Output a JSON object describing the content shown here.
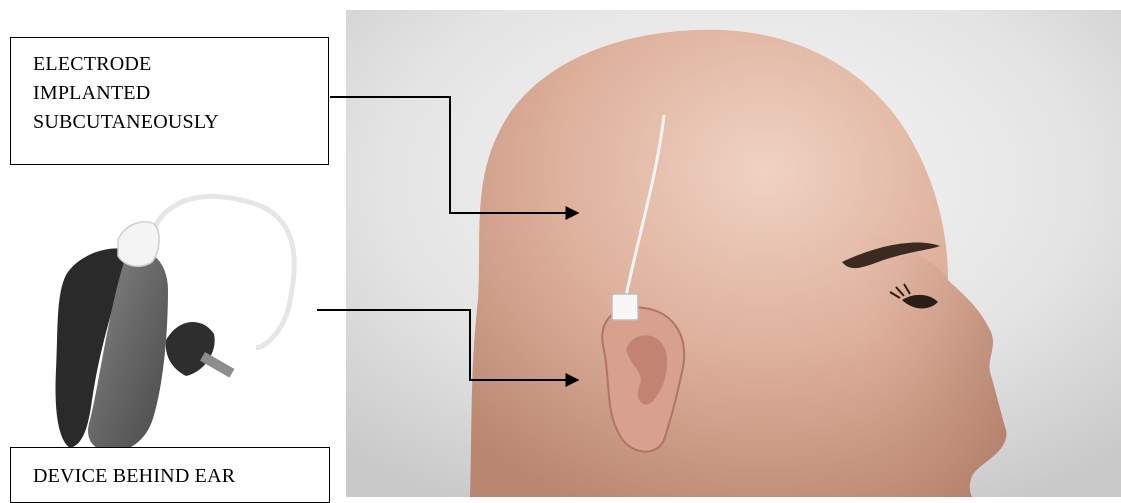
{
  "labels": {
    "electrode": [
      "ELECTRODE",
      "IMPLANTED",
      "SUBCUTANEOUSLY"
    ],
    "device": "DEVICE BEHIND EAR"
  },
  "colors": {
    "background": "#ffffff",
    "photo_bg": "#e6e6e6",
    "skin": "#dcae99",
    "device_body": "#6b6b6b",
    "device_dark": "#262626",
    "arrow": "#000000"
  }
}
